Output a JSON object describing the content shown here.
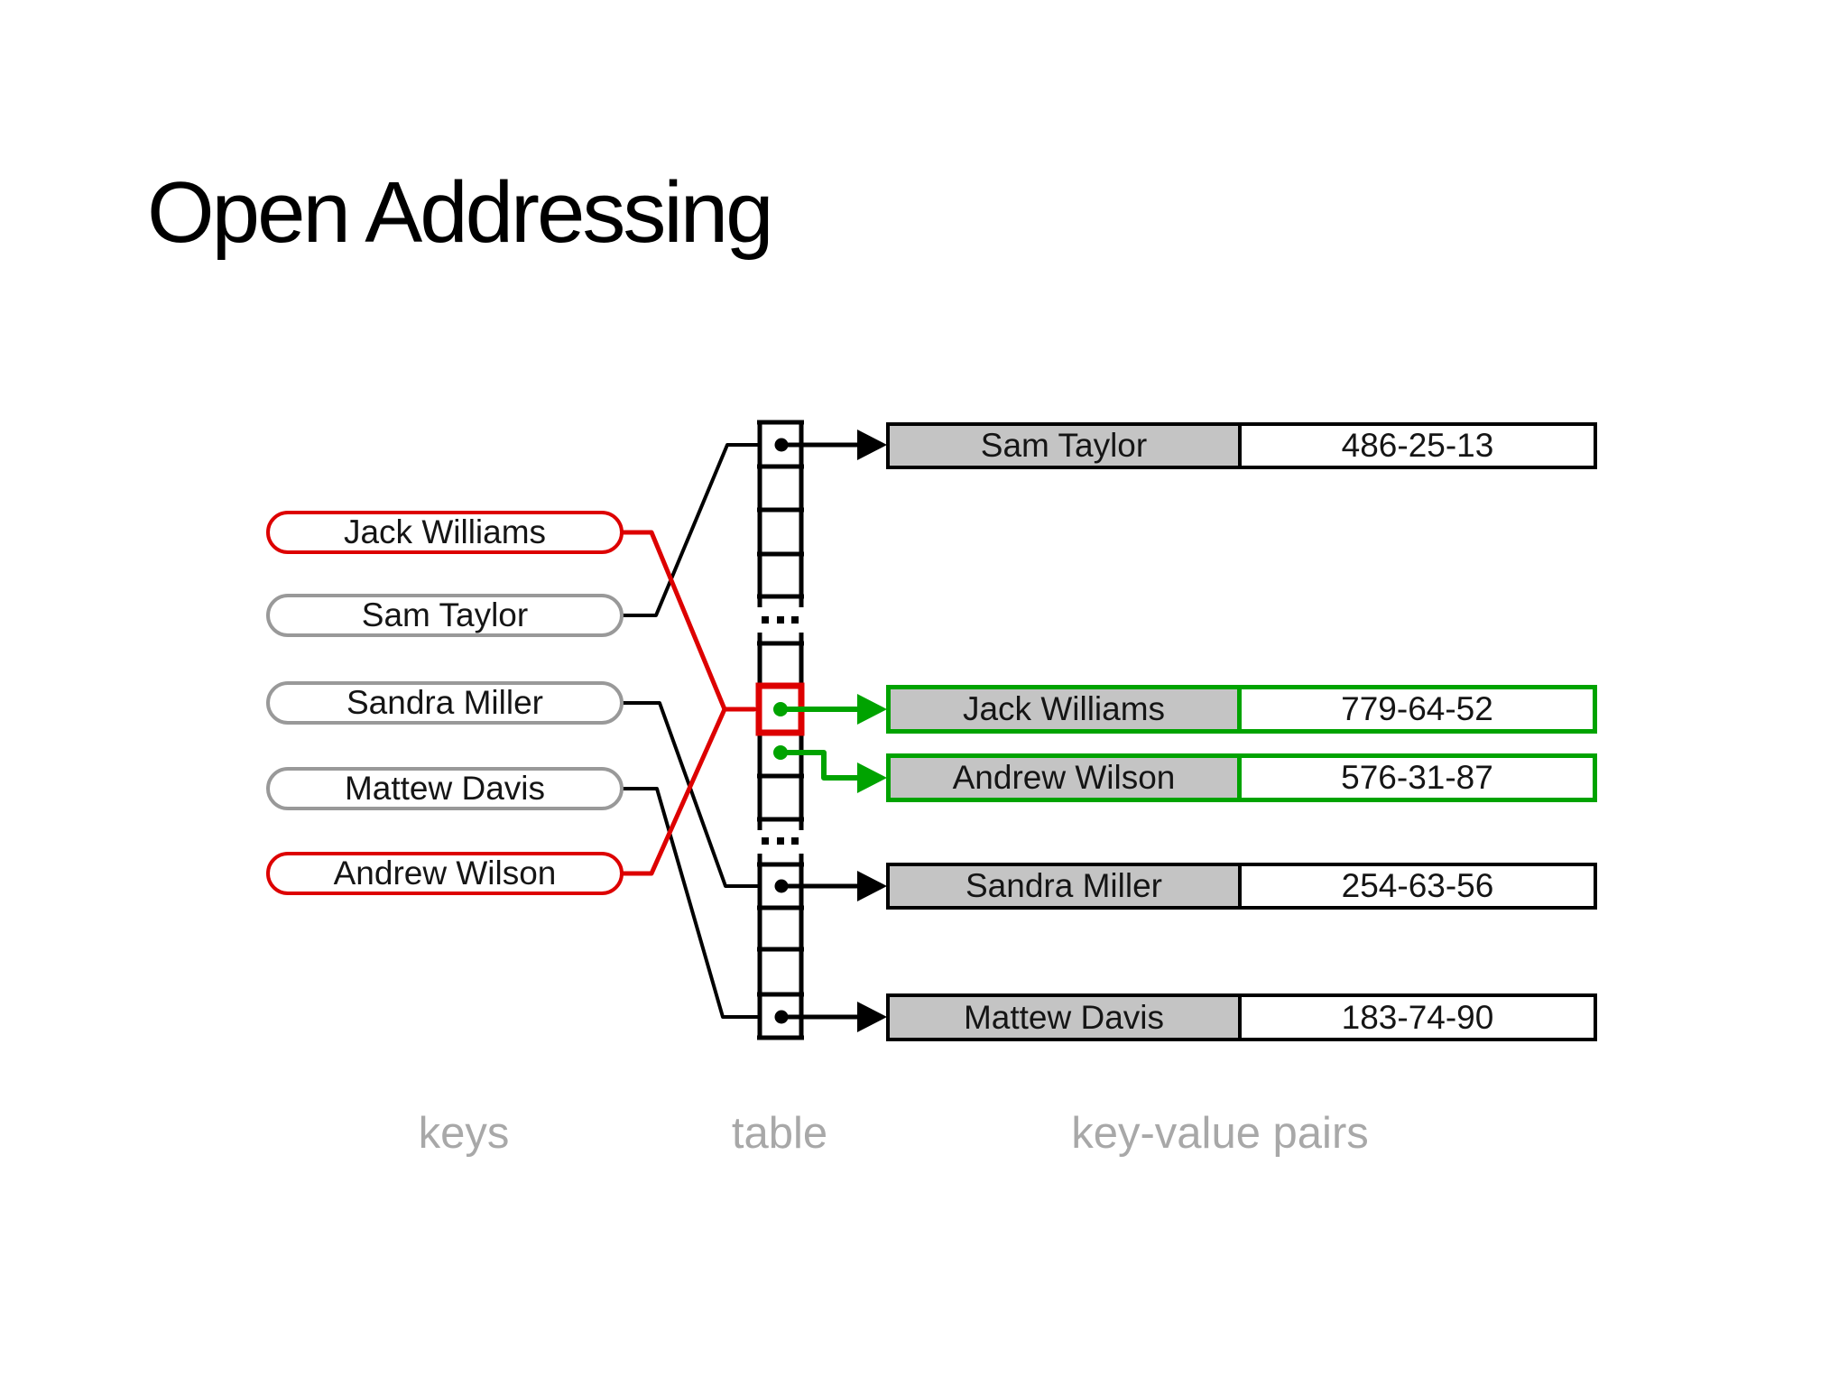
{
  "title": "Open Addressing",
  "keys": [
    {
      "label": "Jack Williams",
      "collision": true
    },
    {
      "label": "Sam Taylor",
      "collision": false
    },
    {
      "label": "Sandra Miller",
      "collision": false
    },
    {
      "label": "Mattew Davis",
      "collision": false
    },
    {
      "label": "Andrew Wilson",
      "collision": true
    }
  ],
  "pairs": [
    {
      "key": "Sam Taylor",
      "value": "486-25-13",
      "resolved": false
    },
    {
      "key": "Jack Williams",
      "value": "779-64-52",
      "resolved": true
    },
    {
      "key": "Andrew Wilson",
      "value": "576-31-87",
      "resolved": true
    },
    {
      "key": "Sandra Miller",
      "value": "254-63-56",
      "resolved": false
    },
    {
      "key": "Mattew Davis",
      "value": "183-74-90",
      "resolved": false
    }
  ],
  "column_labels": [
    "keys",
    "table",
    "key-value pairs"
  ],
  "colors": {
    "collision_red": "#dd0000",
    "resolved_green": "#00a300",
    "key_cell_gray": "#c4c4c4",
    "pill_border_gray": "#999999",
    "column_label_gray": "#a8a8a8",
    "line_black": "#000000"
  }
}
